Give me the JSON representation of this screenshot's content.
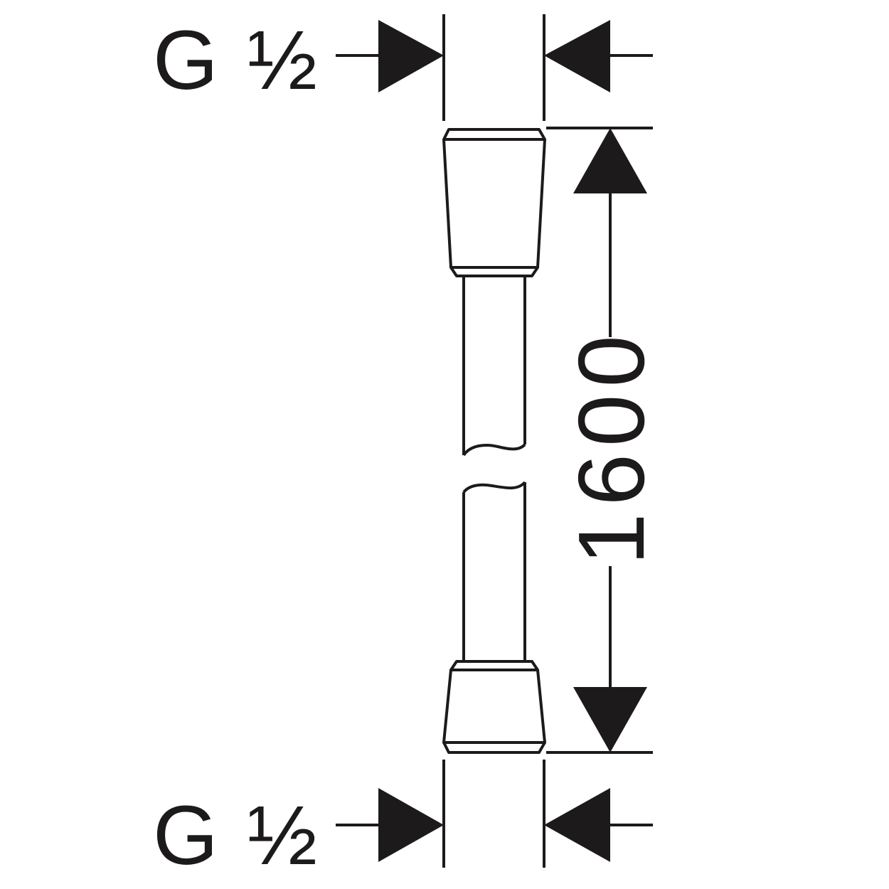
{
  "labels": {
    "top_thread": "G ½",
    "bottom_thread": "G ½",
    "length": "1600"
  },
  "colors": {
    "stroke": "#1c1a1a",
    "background": "#ffffff"
  }
}
